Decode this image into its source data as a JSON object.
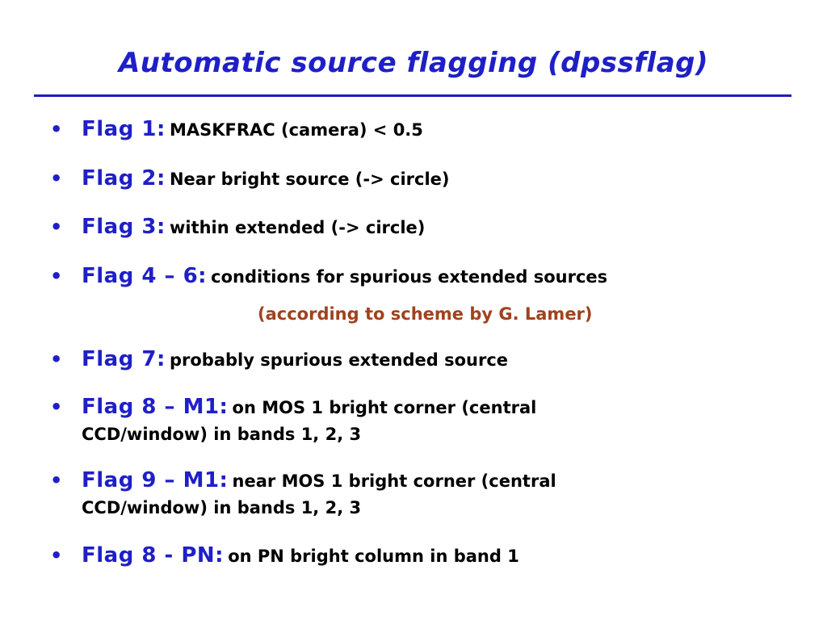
{
  "slide": {
    "title": "Automatic source flagging (dpssflag)",
    "bullet_symbol": "•",
    "items": [
      {
        "flag": "Flag 1:",
        "desc": "MASKFRAC (camera) < 0.5"
      },
      {
        "flag": "Flag 2:",
        "desc": "Near bright source (-> circle)"
      },
      {
        "flag": "Flag 3:",
        "desc": "within extended (-> circle)"
      },
      {
        "flag": "Flag 4 – 6:",
        "desc": "conditions for spurious extended sources",
        "note": "(according to scheme by G. Lamer)"
      },
      {
        "flag": "Flag 7:",
        "desc": "probably spurious extended source"
      },
      {
        "flag": "Flag 8 – M1:",
        "desc": "on MOS 1 bright corner (central",
        "cont": "CCD/window) in bands 1, 2, 3"
      },
      {
        "flag": "Flag 9 – M1:",
        "desc": "near MOS 1 bright corner (central",
        "cont": "CCD/window) in bands 1, 2, 3"
      },
      {
        "flag": "Flag 8 - PN:",
        "desc": "on PN bright column in band 1"
      }
    ]
  },
  "colors": {
    "title": "#1f1fc8",
    "flag_label": "#1f1fc8",
    "description": "#000000",
    "note": "#a0421e",
    "rule": "#1c1cc6"
  }
}
